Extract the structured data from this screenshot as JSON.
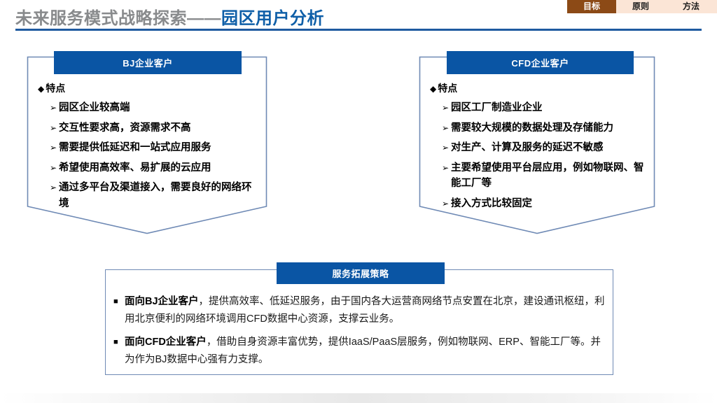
{
  "header": {
    "title_plain": "未来服务模式战略探索——",
    "title_accent": "园区用户分析",
    "rule_color": "#1f5aa0",
    "tabs": [
      {
        "label": "目标",
        "active": true,
        "bg": "#8c4a16",
        "fg": "#ffffff"
      },
      {
        "label": "原则",
        "active": false,
        "bg": "#fbe5d6",
        "fg": "#1a1a1a"
      },
      {
        "label": "方法",
        "active": false,
        "bg": "#fbe5d6",
        "fg": "#1a1a1a"
      }
    ]
  },
  "cards": [
    {
      "id": "bj",
      "head": "BJ企业客户",
      "section_title": "特点",
      "bullets": [
        "园区企业较高端",
        "交互性要求高，资源需求不高",
        "需要提供低延迟和一站式应用服务",
        "希望使用高效率、易扩展的云应用",
        "通过多平台及渠道接入，需要良好的网络环境"
      ]
    },
    {
      "id": "cfd",
      "head": "CFD企业客户",
      "section_title": "特点",
      "bullets": [
        "园区工厂制造业企业",
        "需要较大规模的数据处理及存储能力",
        "对生产、计算及服务的延迟不敏感",
        "主要希望使用平台层应用，例如物联网、智能工厂等",
        "接入方式比较固定"
      ]
    }
  ],
  "strategy": {
    "head": "服务拓展策略",
    "items": [
      {
        "lead": "面向BJ企业客户",
        "text": "，提供高效率、低延迟服务，由于国内各大运营商网络节点安置在北京，建设通讯枢纽，利用北京便利的网络环境调用CFD数据中心资源，支撑云业务。"
      },
      {
        "lead": "面向CFD企业客户",
        "text": "，借助自身资源丰富优势，提供IaaS/PaaS层服务，例如物联网、ERP、智能工厂等。并为作为BJ数据中心强有力支撑。"
      }
    ]
  },
  "icons": {
    "diamond": "◆",
    "arrow": "➢",
    "square": "■"
  },
  "colors": {
    "card_header_blue": "#0a55a4",
    "card_border_blue": "#6f8ab5",
    "title_accent_blue": "#0f5fa8",
    "title_gray": "#888a8c",
    "tab_active_brown": "#8c4a16",
    "tab_inactive_peach": "#fbe5d6"
  }
}
